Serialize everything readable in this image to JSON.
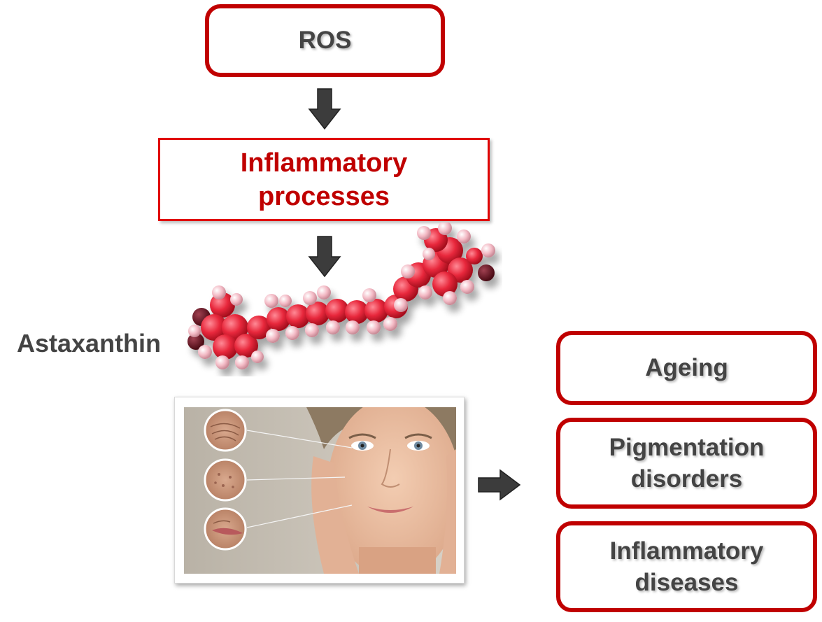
{
  "boxes": {
    "ros": "ROS",
    "inflammatory_processes_line1": "Inflammatory",
    "inflammatory_processes_line2": "processes",
    "ageing": "Ageing",
    "pigmentation_line1": "Pigmentation",
    "pigmentation_line2": "disorders",
    "inflammatory_diseases_line1": "Inflammatory",
    "inflammatory_diseases_line2": "diseases"
  },
  "molecule_label": "Astaxanthin",
  "colors": {
    "box_border": "#c00000",
    "accent_text": "#c00000",
    "body_text": "#444444",
    "arrow": "#3c3c3c"
  },
  "icons": {
    "molecule": "astaxanthin-molecule-model",
    "photo": "skin-ageing-face-photo"
  }
}
